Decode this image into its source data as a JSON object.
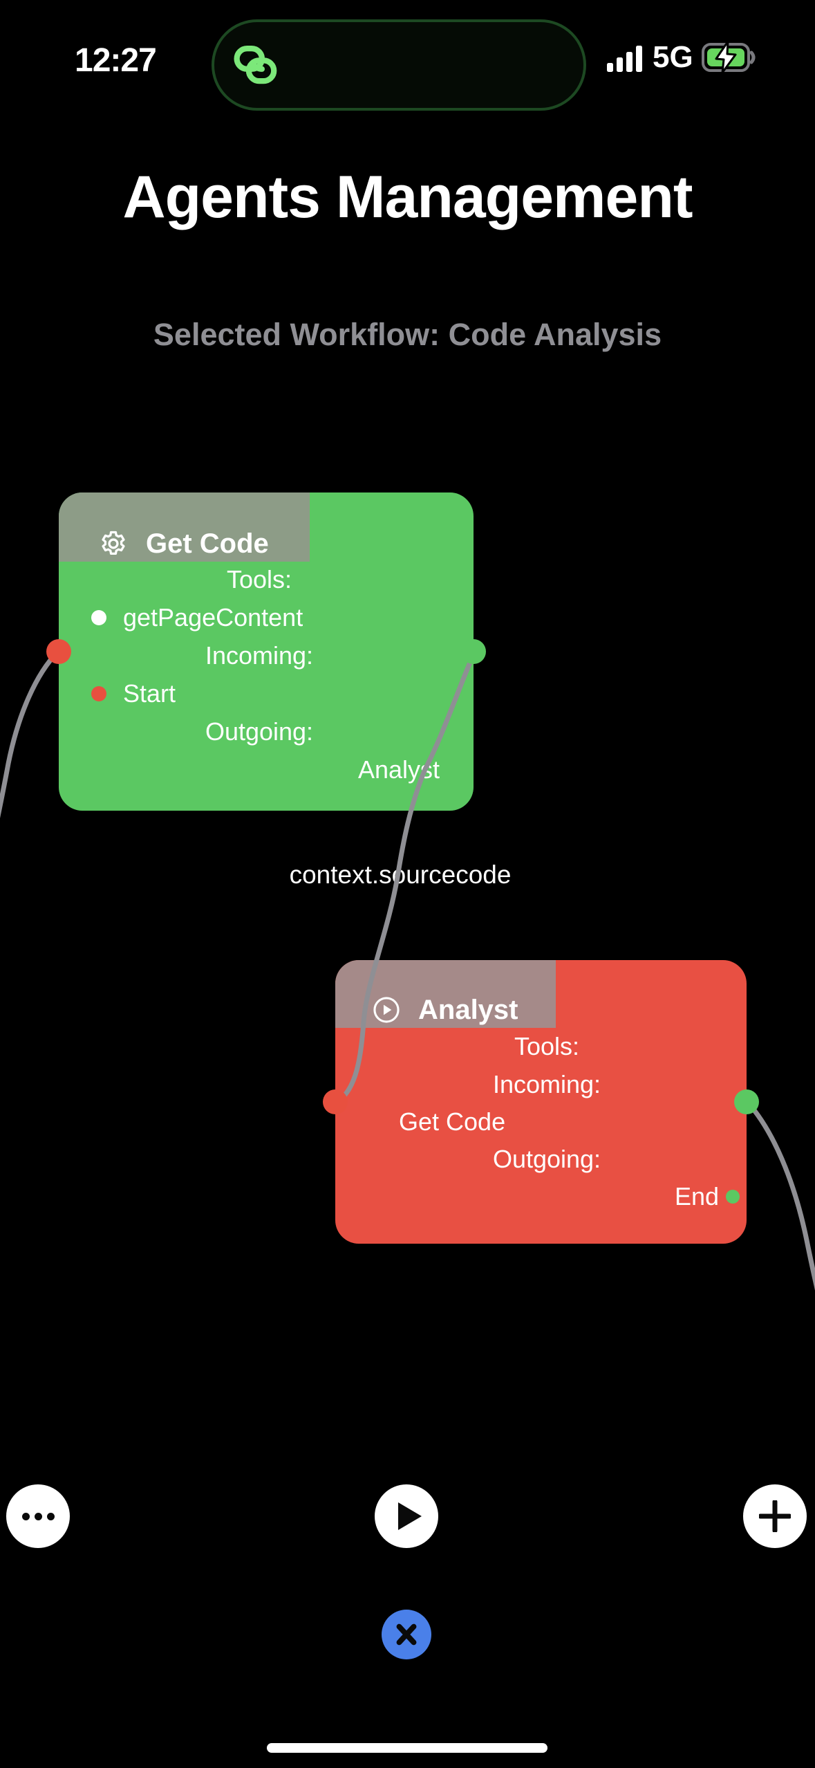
{
  "status_bar": {
    "time": "12:27",
    "network": "5G"
  },
  "header": {
    "title": "Agents Management",
    "subtitle": "Selected Workflow: Code Analysis"
  },
  "canvas": {
    "connection_label": "context.sourcecode",
    "nodes": [
      {
        "title": "Get Code",
        "tools_label": "Tools:",
        "tools": [
          "getPageContent"
        ],
        "incoming_label": "Incoming:",
        "incoming": [
          "Start"
        ],
        "outgoing_label": "Outgoing:",
        "outgoing": [
          "Analyst"
        ]
      },
      {
        "title": "Analyst",
        "tools_label": "Tools:",
        "tools": [],
        "incoming_label": "Incoming:",
        "incoming": [
          "Get Code"
        ],
        "outgoing_label": "Outgoing:",
        "outgoing": [
          "End"
        ]
      }
    ]
  },
  "icons": {
    "island": "link",
    "signal": "signal-bars-4",
    "battery": "battery-charging",
    "node_get_code": "gear",
    "node_analyst": "play-circle",
    "more": "ellipsis",
    "run": "play",
    "add": "plus",
    "close": "x"
  },
  "colors": {
    "node_green": "#5bc862",
    "node_green_header": "#8d9c87",
    "node_red": "#e85043",
    "node_red_header": "#a58a89",
    "port_red": "#e8503f",
    "port_green": "#5bc862",
    "connection_gray": "#8f8f94",
    "close_button_blue": "#4a80e9"
  }
}
